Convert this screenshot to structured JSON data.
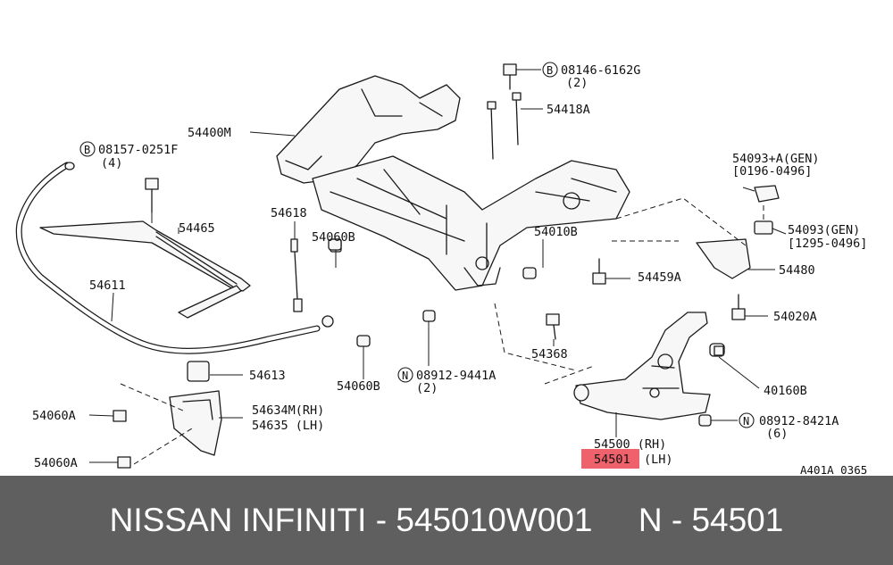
{
  "labels": {
    "p08146": "08146-6162G",
    "p08146_qty": "(2)",
    "p08157": "08157-0251F",
    "p08157_qty": "(4)",
    "p54400M": "54400M",
    "p54418A": "54418A",
    "p54093A": "54093+A(GEN)",
    "p54093A_range": "[0196-0496]",
    "p54093": "54093(GEN)",
    "p54093_range": "[1295-0496]",
    "p54618": "54618",
    "p54060B_1": "54060B",
    "p54465": "54465",
    "p54010B": "54010B",
    "p54480": "54480",
    "p54611": "54611",
    "p54459A": "54459A",
    "p54020A": "54020A",
    "p54613": "54613",
    "p54368": "54368",
    "p40160B": "40160B",
    "p54060B_2": "54060B",
    "p08912_9441A": "08912-9441A",
    "p08912_9441A_qty": "(2)",
    "p54060A_1": "54060A",
    "p54634M": "54634M(RH)",
    "p54635": "54635 (LH)",
    "p08912_8421A": "08912-8421A",
    "p08912_8421A_qty": "(6)",
    "p54500": "54500 (RH)",
    "p54501": "54501",
    "p54501_side": "(LH)",
    "p54060A_2": "54060A",
    "diagram_code": "A401A 0365",
    "mark_b": "B",
    "mark_n": "N"
  },
  "highlight_color": "#f0626b",
  "banner": {
    "text": "NISSAN INFINITI - 545010W001     N - 54501",
    "background": "#5f5f5f"
  }
}
